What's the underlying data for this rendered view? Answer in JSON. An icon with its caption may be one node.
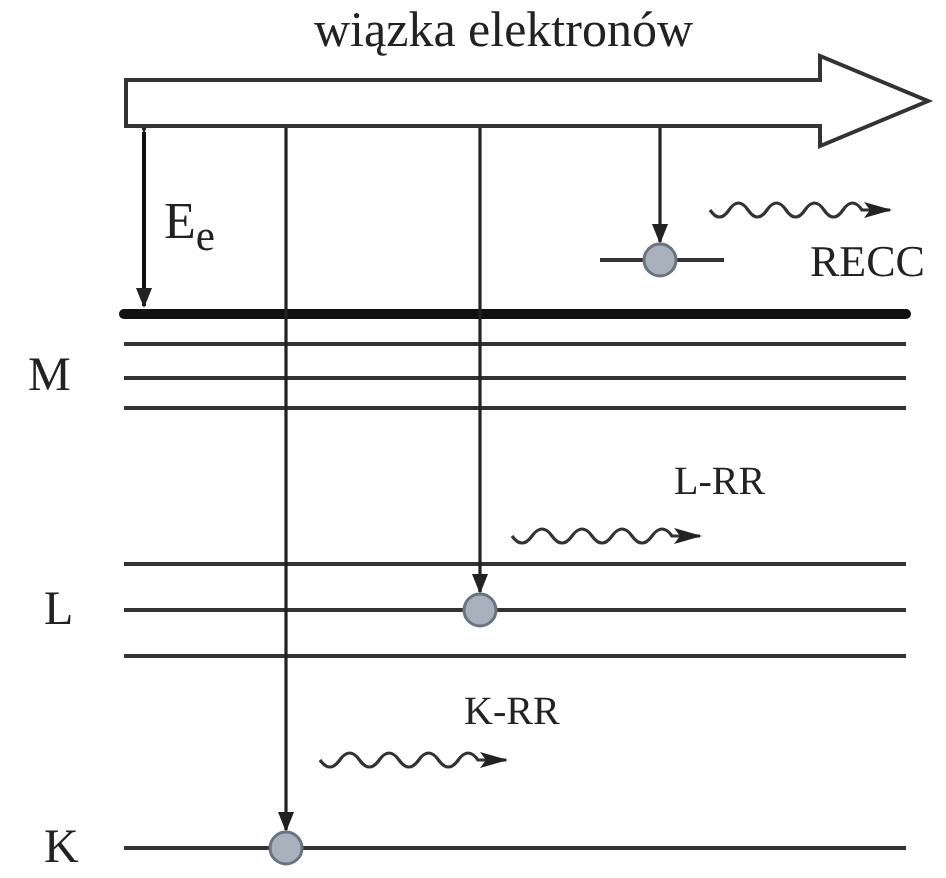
{
  "diagram": {
    "nodes": [
      {
        "text": [
          "wiązka elektronów"
        ]
      },
      {
        "text": [],
        "shape": "circle"
      },
      {
        "text": [],
        "shape": "circle"
      },
      {
        "text": [],
        "shape": "circle"
      }
    ],
    "edges": [
      {
        "from": 0,
        "to": 1,
        "arrow": "to"
      },
      {
        "from": 0,
        "to": 2,
        "arrow": "to"
      },
      {
        "from": 0,
        "to": 3,
        "arrow": "to"
      }
    ],
    "labels": [
      "E$_{e}$",
      "RECC",
      "M",
      "L-RR",
      "L",
      "K-RR",
      "K"
    ]
  }
}
